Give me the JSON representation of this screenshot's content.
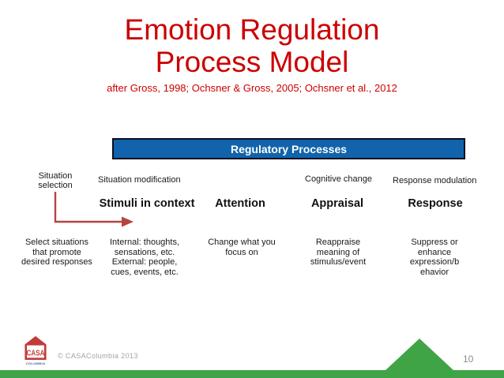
{
  "title": {
    "line1": "Emotion Regulation",
    "line2": "Process Model",
    "subtitle": "after Gross, 1998; Ochsner & Gross, 2005; Ochsner et al., 2012"
  },
  "banner": {
    "label": "Regulatory Processes"
  },
  "model": {
    "stages": [
      {
        "label": "Situation\nselection"
      },
      {
        "label": "Situation modification"
      },
      {
        "label": "Cognitive change"
      },
      {
        "label": "Response modulation"
      }
    ],
    "selection_description": "Select situations\nthat promote\ndesired responses",
    "steps": [
      {
        "heading": "Stimuli in context",
        "description": "Internal: thoughts,\nsensations, etc.\nExternal: people,\ncues, events, etc."
      },
      {
        "heading": "Attention",
        "description": "Change what you\nfocus on"
      },
      {
        "heading": "Appraisal",
        "description": "Reappraise\nmeaning of\nstimulus/event"
      },
      {
        "heading": "Response",
        "description": "Suppress or\nenhance\nexpression/b\nehavior"
      }
    ]
  },
  "footer": {
    "page_number": "10",
    "copyright": "© CASAColumbia 2013",
    "logo_text": "CASA",
    "logo_subtext": "COLUMBIA"
  },
  "colors": {
    "title_red": "#cc0000",
    "banner_blue": "#1164ab",
    "banner_border": "#0d0d1f",
    "arrow_red": "#b5443f",
    "accent_green": "#3fa445",
    "body_text": "#1a1a1a",
    "footer_gray": "#a3a3a3"
  }
}
